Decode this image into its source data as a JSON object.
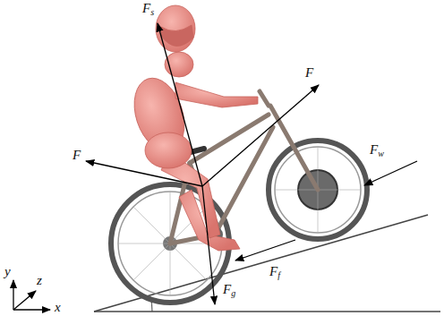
{
  "diagram": {
    "labels": [
      "Fs",
      "F",
      "F",
      "Fw",
      "Fg",
      "Ff",
      "y",
      "z",
      "x"
    ]
  }
}
